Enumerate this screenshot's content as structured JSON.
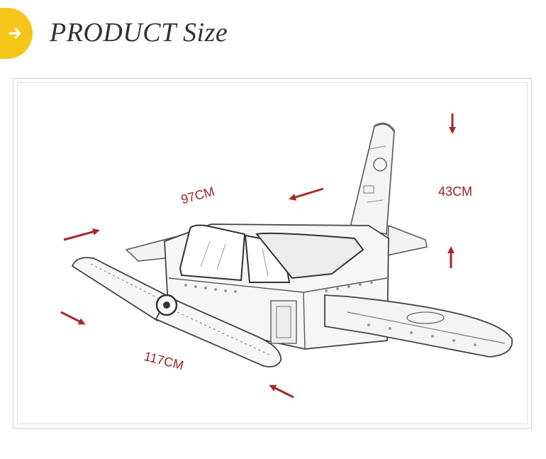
{
  "header": {
    "title": "PRODUCT Size",
    "badge_icon": "arrow-right-icon",
    "badge_color": "#f5c518"
  },
  "dimensions": {
    "length_label": "97CM",
    "height_label": "43CM",
    "width_label": "117CM",
    "arrow_color": "#a52a2a"
  },
  "image": {
    "icon": "cardboard-airplane-illustration"
  }
}
